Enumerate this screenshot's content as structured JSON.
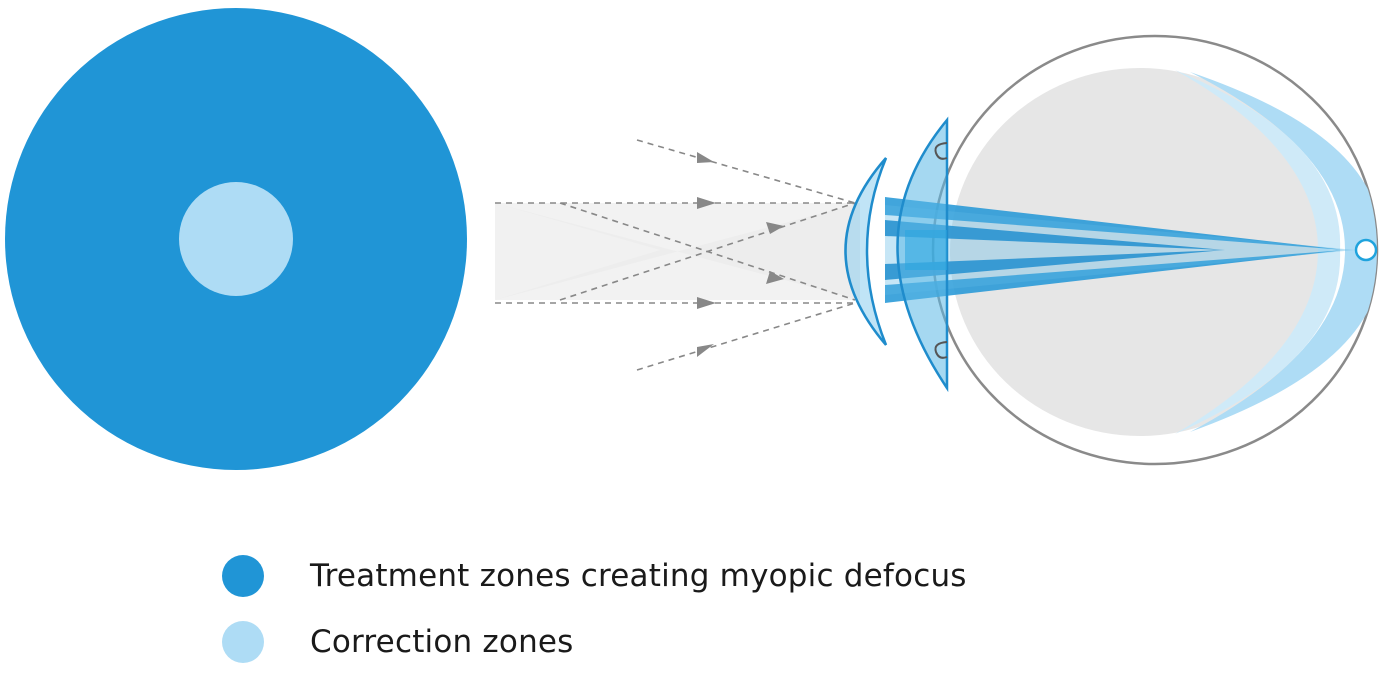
{
  "colors": {
    "treatment": "#2095d6",
    "correction": "#aedcf5",
    "eye_outline": "#8a8a8a",
    "eye_fill": "#e6e6e6",
    "lens_stroke": "#1f8ccc",
    "ray_arrow": "#888888"
  },
  "legend": {
    "items": [
      {
        "label": "Treatment zones creating myopic defocus",
        "color_key": "treatment"
      },
      {
        "label": "Correction zones",
        "color_key": "correction"
      }
    ]
  }
}
